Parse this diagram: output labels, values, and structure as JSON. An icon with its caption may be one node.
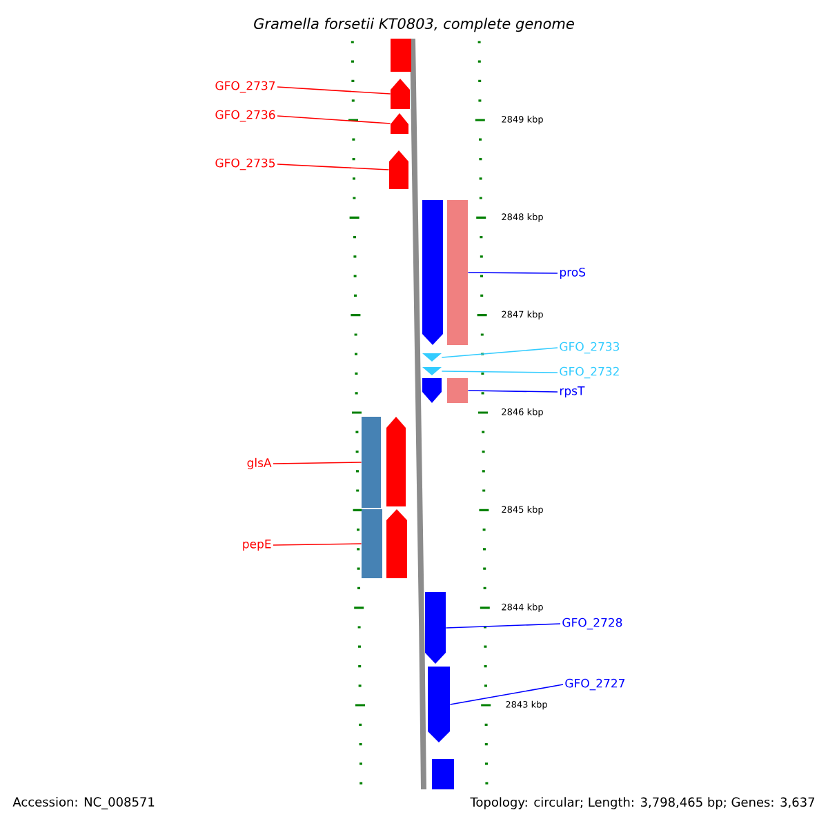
{
  "diagram": {
    "title": "*Gramella forsetii* KT0803, complete genome",
    "nodes": [
      {
        "text": [],
        "shape": "bar"
      },
      {
        "text": [
          "GFO_2737"
        ]
      },
      {
        "text": [],
        "shape": "arrow"
      },
      {
        "text": [
          "GFO_2736"
        ]
      },
      {
        "text": [],
        "shape": "arrow"
      },
      {
        "text": [
          "GFO_2735"
        ]
      },
      {
        "text": [],
        "shape": "arrow"
      },
      {
        "text": [],
        "shape": "arrow"
      },
      {
        "text": [],
        "shape": "bar"
      },
      {
        "text": [
          "proS"
        ]
      },
      {
        "text": [],
        "shape": "triangle"
      },
      {
        "text": [
          "GFO_2733"
        ]
      },
      {
        "text": [],
        "shape": "triangle"
      },
      {
        "text": [
          "GFO_2732"
        ]
      },
      {
        "text": [],
        "shape": "arrow"
      },
      {
        "text": [],
        "shape": "bar"
      },
      {
        "text": [
          "rpsT"
        ]
      },
      {
        "text": [],
        "shape": "bar"
      },
      {
        "text": [],
        "shape": "bar"
      },
      {
        "text": [],
        "shape": "arrow"
      },
      {
        "text": [
          "glsA"
        ]
      },
      {
        "text": [],
        "shape": "arrow"
      },
      {
        "text": [
          "pepE"
        ]
      },
      {
        "text": [],
        "shape": "arrow"
      },
      {
        "text": [
          "GFO_2728"
        ]
      },
      {
        "text": [],
        "shape": "arrow"
      },
      {
        "text": [
          "GFO_2727"
        ]
      },
      {
        "text": [],
        "shape": "bar"
      }
    ],
    "edges": [
      {
        "from": 1,
        "to": 2,
        "arrow": "none"
      },
      {
        "from": 3,
        "to": 4,
        "arrow": "none"
      },
      {
        "from": 5,
        "to": 6,
        "arrow": "none"
      },
      {
        "from": 9,
        "to": 8,
        "arrow": "none",
        "color": "#0000ff"
      },
      {
        "from": 11,
        "to": 10,
        "arrow": "none",
        "color": "#33ccff"
      },
      {
        "from": 13,
        "to": 12,
        "arrow": "none",
        "color": "#33ccff"
      },
      {
        "from": 16,
        "to": 15,
        "arrow": "none",
        "color": "#0000ff"
      },
      {
        "from": 20,
        "to": 17,
        "arrow": "none"
      },
      {
        "from": 22,
        "to": 18,
        "arrow": "none"
      },
      {
        "from": 24,
        "to": 23,
        "arrow": "none",
        "color": "#0000ff"
      },
      {
        "from": 26,
        "to": 25,
        "arrow": "none",
        "color": "#0000ff"
      }
    ],
    "labels": [
      "2849 kbp",
      "2848 kbp",
      "2847 kbp",
      "2846 kbp",
      "2845 kbp",
      "2844 kbp",
      "2843 kbp",
      "Accession: NC_008571",
      "Topology: circular; Length: 3,798,465 bp; Genes: 3,637"
    ]
  }
}
